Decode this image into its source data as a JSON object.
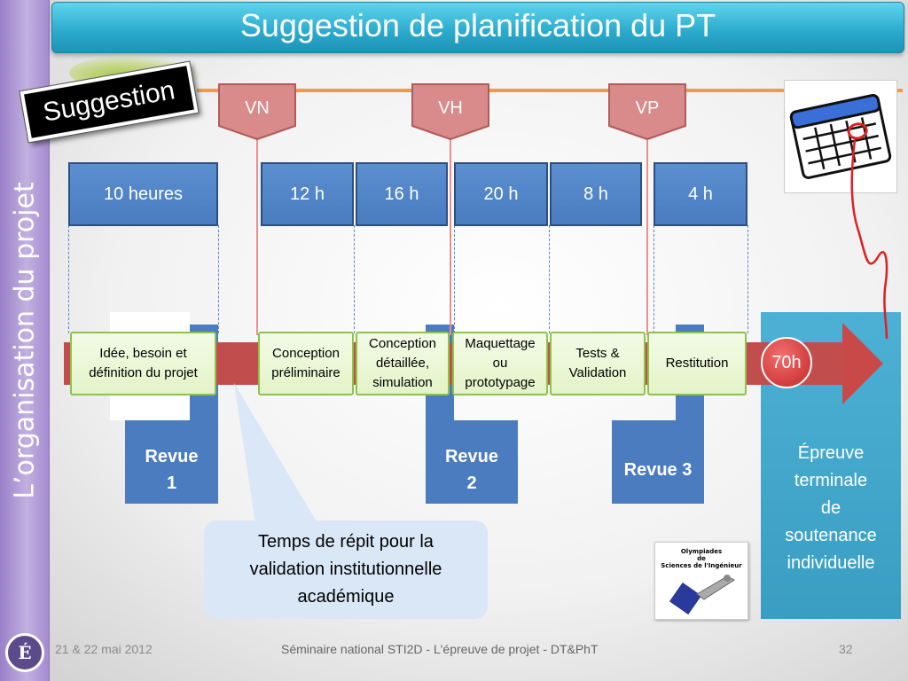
{
  "side_title": "L’organisation du projet",
  "header": {
    "title": "Suggestion de planification du PT"
  },
  "stamp": "Suggestion",
  "milestones": [
    "VN",
    "VH",
    "VP"
  ],
  "hours": [
    "10 heures",
    "12 h",
    "16 h",
    "20 h",
    "8 h",
    "4 h"
  ],
  "phases": [
    "Idée, besoin et\ndéfinition du projet",
    "Conception\npréliminaire",
    "Conception\ndétaillée,\nsimulation",
    "Maquettage\nou\nprototypage",
    "Tests &\nValidation",
    "Restitution"
  ],
  "reviews": [
    "Revue\n1",
    "Revue\n2",
    "Revue 3"
  ],
  "total_hours": "70h",
  "epreuve": "Épreuve\nterminale\nde\nsoutenance\nindividuelle",
  "callout": "Temps de répit pour la\nvalidation institutionnelle\nacadémique",
  "olympiades": "Olympiades\nde\nSciences de l'Ingénieur",
  "seal_letter": "É",
  "footer": {
    "date": "21 & 22 mai 2012",
    "center": "Séminaire national STI2D - L'épreuve de projet - DT&PhT",
    "page": "32"
  },
  "colors": {
    "header": "#2aa9cc",
    "side_band": "#a58bd0",
    "hour_box": "#4a7cbf",
    "phase_border": "#8ec24a",
    "arrow": "#c24d4d",
    "milestone": "#d98a8a",
    "epreuve": "#3a9ec3",
    "callout": "#d9e7f7"
  }
}
